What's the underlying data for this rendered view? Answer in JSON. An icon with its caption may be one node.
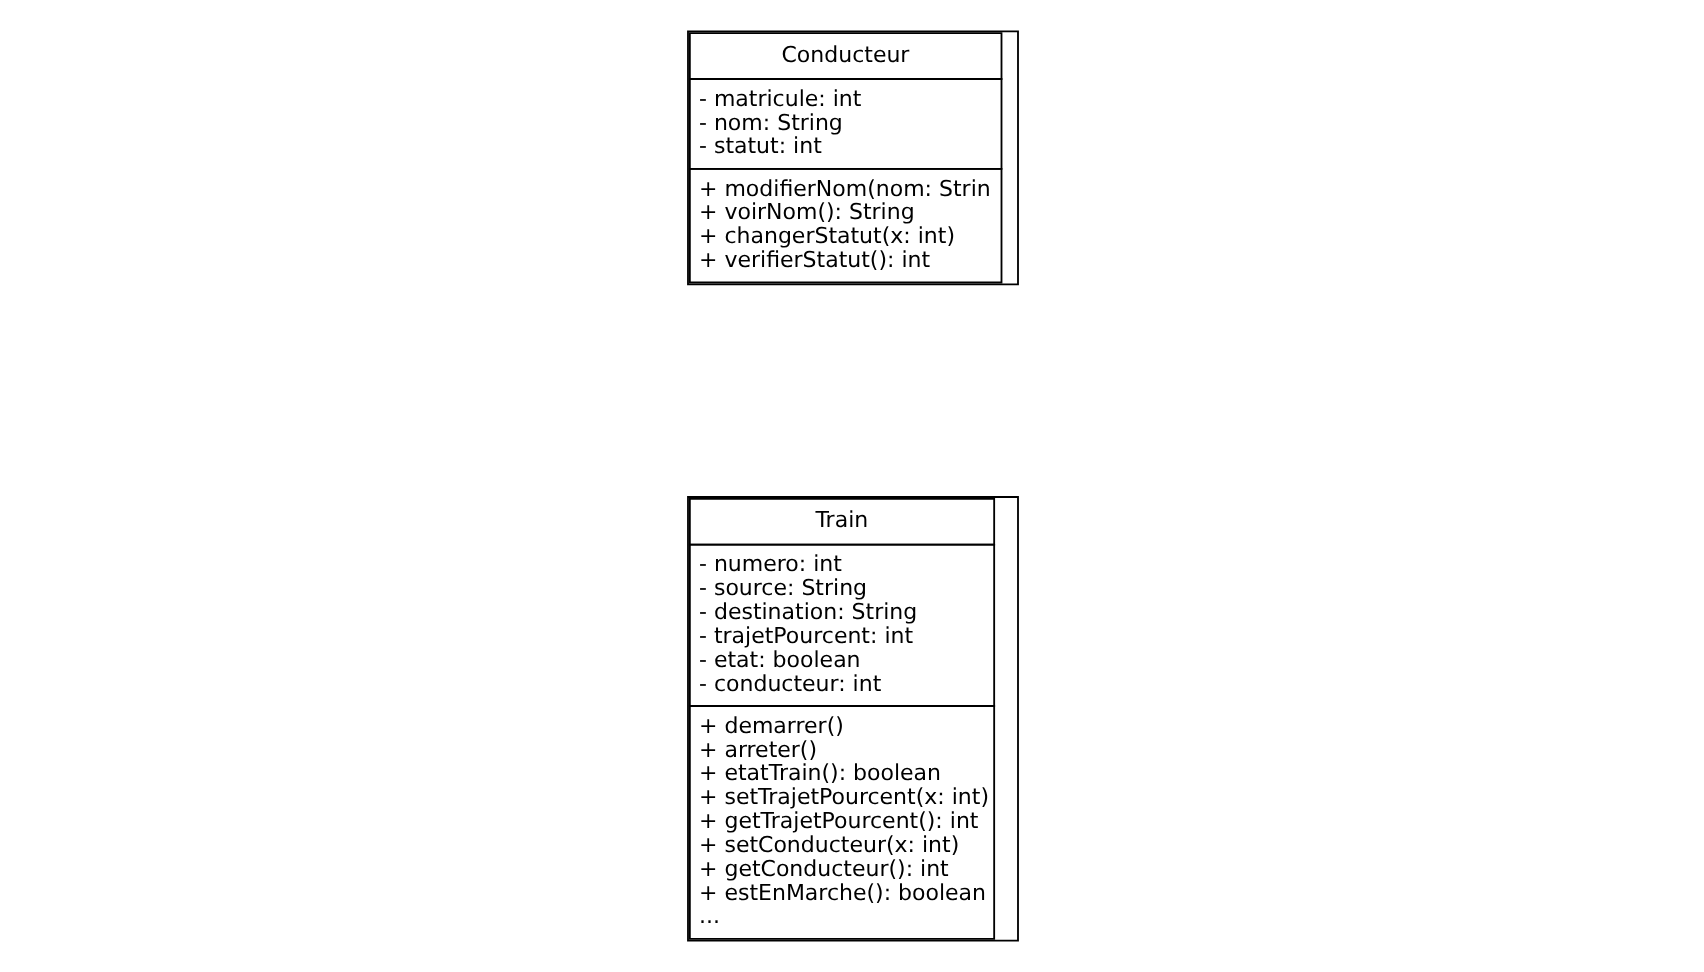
{
  "diagram": {
    "nodes": [
      {
        "text": [
          "Conducteur",
          "- matricule: int - nom: String - statut: int",
          "+ modifierNom(nom: Strin + voirNom(): String + changerStatut(x: int) + verifierStatut(): int"
        ]
      },
      {
        "text": [
          "Train",
          "- numero: int - source: String - destination: String - trajetPourcent: int - etat: boolean - conducteur: int",
          "+ demarrer() + arreter() + etatTrain(): boolean + setTrajetPourcent(x: int) + getTrajetPourcent(): int + setConducteur(x: int) + getConducteur(): int + estEnMarche(): boolean ..."
        ]
      }
    ]
  }
}
